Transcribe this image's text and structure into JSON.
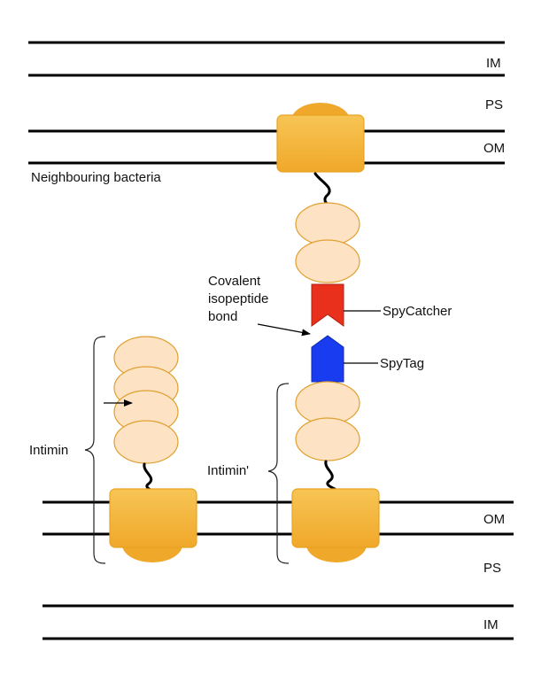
{
  "labels": {
    "top_im": "IM",
    "top_ps": "PS",
    "top_om": "OM",
    "neighbouring": "Neighbouring bacteria",
    "covalent_line1": "Covalent",
    "covalent_line2": "isopeptide",
    "covalent_line3": "bond",
    "spycatcher": "SpyCatcher",
    "spytag": "SpyTag",
    "intimin": "Intimin",
    "intimin_prime": "Intimin'",
    "bottom_om": "OM",
    "bottom_ps": "PS",
    "bottom_im": "IM"
  },
  "colors": {
    "membrane": "#000000",
    "domain_fill": "#fde3c4",
    "domain_stroke": "#e0a030",
    "barrel": "#f4b434",
    "spycatcher": "#e8301c",
    "spytag": "#1a3cf0"
  }
}
